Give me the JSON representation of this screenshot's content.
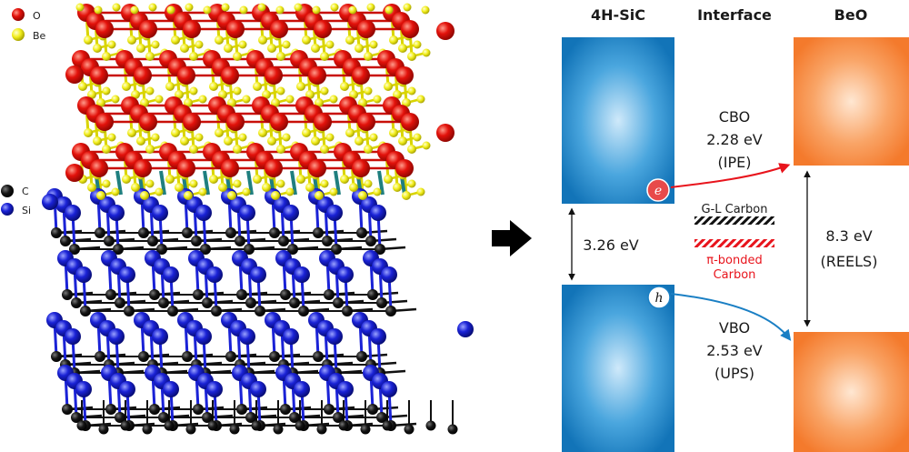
{
  "legend": {
    "oxygen": "O",
    "beryllium": "Be",
    "carbon": "C",
    "silicon": "Si"
  },
  "headers": {
    "left": "4H-SiC",
    "middle": "Interface",
    "right": "BeO"
  },
  "carriers": {
    "electron": "e",
    "hole": "h"
  },
  "cbo": {
    "title": "CBO",
    "value": "2.28 eV",
    "method": "(IPE)"
  },
  "vbo": {
    "title": "VBO",
    "value": "2.53 eV",
    "method": "(UPS)"
  },
  "sic_gap": "3.26 eV",
  "beo_gap": {
    "value": "8.3 eV",
    "method": "(REELS)"
  },
  "interface_layers": {
    "gl_carbon": "G-L Carbon",
    "pi_line1": "π-bonded",
    "pi_line2": "Carbon"
  },
  "colors": {
    "oxygen": "#e3120b",
    "beryllium": "#f2ee1c",
    "carbon": "#111111",
    "silicon": "#1a22d6",
    "sic_band": "#1c84c6",
    "beo_band": "#f7883a",
    "cbo_arrow": "#e8141c",
    "vbo_arrow": "#1a7fc4",
    "pi_carbon": "#e8141c"
  }
}
